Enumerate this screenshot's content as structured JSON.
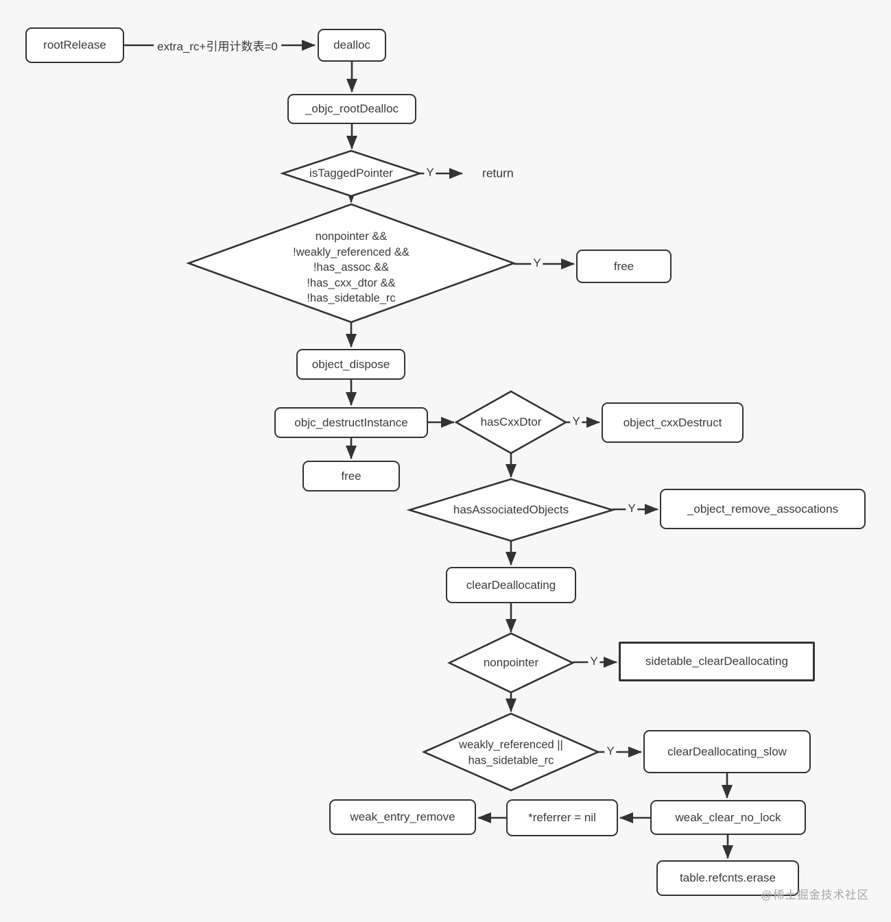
{
  "diagram": {
    "colors": {
      "background": "#f7f7f7",
      "stroke": "#333333",
      "node_fill": "#ffffff",
      "watermark_color": "#a6a6a6"
    },
    "nodes": {
      "root_release": "rootRelease",
      "dealloc": "dealloc",
      "objc_root_dealloc": "_objc_rootDealloc",
      "free_fast": "free",
      "object_dispose": "object_dispose",
      "objc_destruct_instance": "objc_destructInstance",
      "object_cxx_destruct": "object_cxxDestruct",
      "free_after_destruct": "free",
      "object_remove_assocations": "_object_remove_assocations",
      "clear_deallocating": "clearDeallocating",
      "sidetable_clear_deallocating": "sidetable_clearDeallocating",
      "clear_deallocating_slow": "clearDeallocating_slow",
      "weak_clear_no_lock": "weak_clear_no_lock",
      "referrer_nil": "*referrer = nil",
      "weak_entry_remove": "weak_entry_remove",
      "table_refcnts_erase": "table.refcnts.erase"
    },
    "decisions": {
      "is_tagged_pointer": "isTaggedPointer",
      "fast_path_lines": [
        "nonpointer &&",
        "!weakly_referenced &&",
        "!has_assoc &&",
        "!has_cxx_dtor &&",
        "!has_sidetable_rc"
      ],
      "has_cxx_dtor": "hasCxxDtor",
      "has_associated_objects": "hasAssociatedObjects",
      "nonpointer": "nonpointer",
      "weak_or_sidetable_lines": [
        "weakly_referenced ||",
        "has_sidetable_rc"
      ]
    },
    "labels": {
      "branch_yes": "Y",
      "dealloc_trigger": "extra_rc+引用计数表=0",
      "return": "return"
    },
    "watermark": "@稀土掘金技术社区"
  }
}
